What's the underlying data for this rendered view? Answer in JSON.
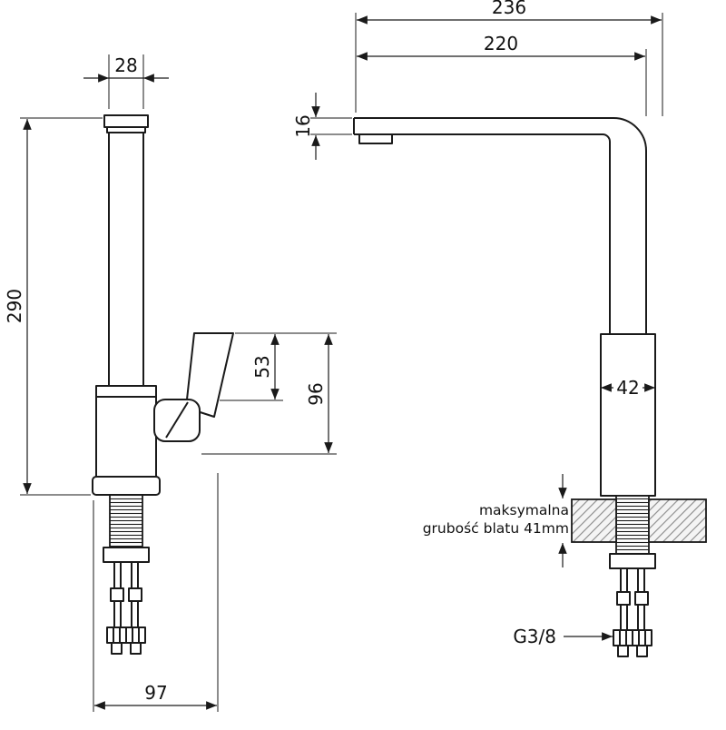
{
  "drawing": {
    "side_view": {
      "dim_neck_width": "28",
      "dim_total_height": "290",
      "dim_handle_top": "53",
      "dim_handle_bottom": "96",
      "dim_base_depth": "97"
    },
    "front_view": {
      "dim_total_length": "236",
      "dim_spout_reach": "220",
      "dim_spout_thickness": "16",
      "dim_body_width": "42",
      "counter_note_line1": "maksymalna",
      "counter_note_line2": "grubość blatu 41mm",
      "thread_label": "G3/8"
    },
    "colors": {
      "line": "#1a1a1a",
      "hatch": "#8d8d8d",
      "background": "#ffffff"
    }
  }
}
